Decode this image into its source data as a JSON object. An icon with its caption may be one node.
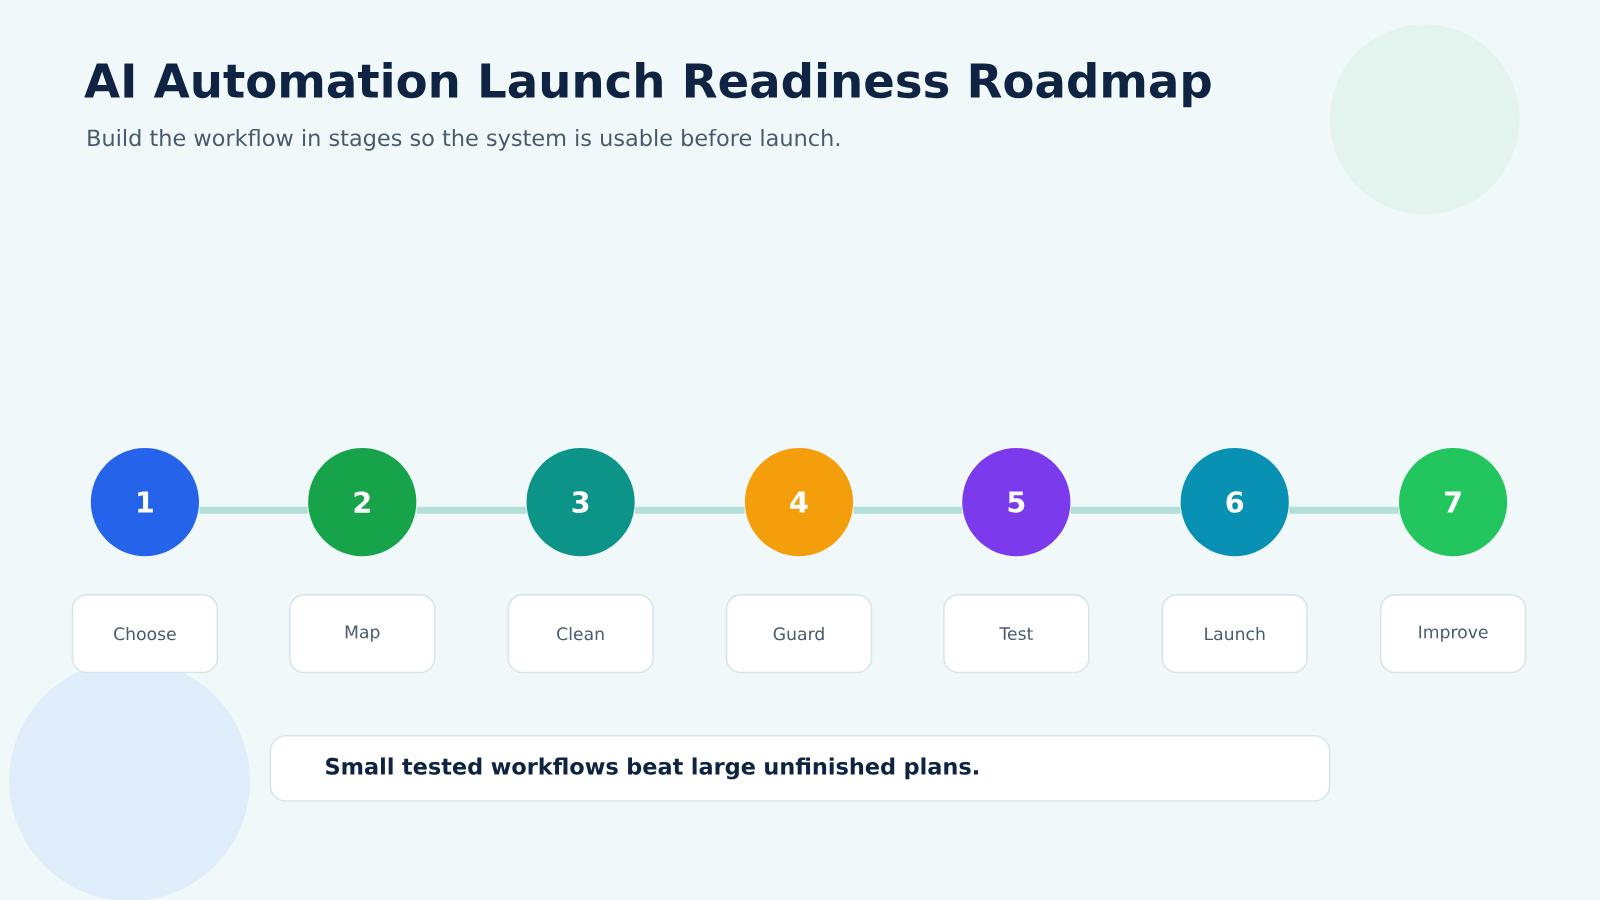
{
  "diagram": {
    "title": "AI Automation Launch Readiness Roadmap",
    "nodes": [
      {
        "text": [
          "1"
        ]
      },
      {
        "text": [
          "2"
        ]
      },
      {
        "text": [
          "3"
        ]
      },
      {
        "text": [
          "4"
        ]
      },
      {
        "text": [
          "5"
        ]
      },
      {
        "text": [
          "6"
        ]
      },
      {
        "text": [
          "7"
        ]
      },
      {
        "text": [
          "Choose"
        ]
      },
      {
        "text": [
          "Map"
        ]
      },
      {
        "text": [
          "Clean"
        ]
      },
      {
        "text": [
          "Guard"
        ]
      },
      {
        "text": [
          "Test"
        ]
      },
      {
        "text": [
          "Launch"
        ]
      },
      {
        "text": [
          "Improve"
        ]
      },
      {
        "text": [
          "Small tested workflows beat large unfinished plans."
        ]
      }
    ],
    "edges": [
      {
        "from": 0,
        "to": 1,
        "arrow": "none"
      },
      {
        "from": 1,
        "to": 2,
        "arrow": "none"
      },
      {
        "from": 2,
        "to": 3,
        "arrow": "none"
      },
      {
        "from": 3,
        "to": 4,
        "arrow": "none"
      },
      {
        "from": 4,
        "to": 5,
        "arrow": "none"
      },
      {
        "from": 5,
        "to": 6,
        "arrow": "none"
      }
    ],
    "labels": [
      "Build the workflow in stages so the system is usable before launch."
    ]
  }
}
